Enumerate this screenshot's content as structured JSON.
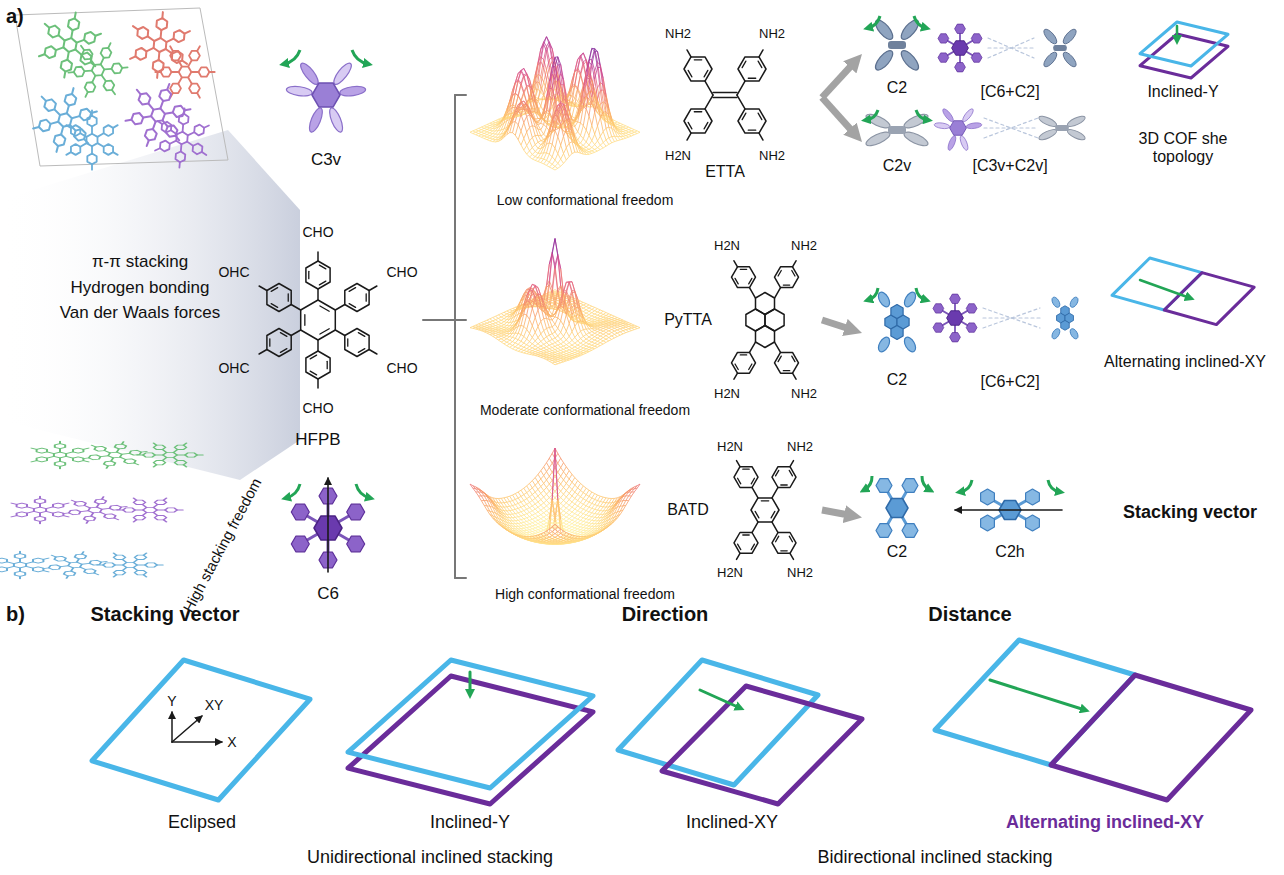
{
  "diagram": {
    "nodes": [
      {
        "text": [
          "ETTA"
        ]
      },
      {
        "text": [
          "C2"
        ]
      },
      {
        "text": [
          "C2v"
        ]
      },
      {
        "text": [
          "PyTTA"
        ]
      },
      {
        "text": [
          "C2"
        ]
      },
      {
        "text": [
          "BATD"
        ]
      },
      {
        "text": [
          "C2"
        ]
      },
      {
        "text": [
          "Eclipsed"
        ]
      },
      {
        "text": [
          "Inclined-Y"
        ]
      },
      {
        "text": [
          "Inclined-XY"
        ]
      },
      {
        "text": [
          "Alternating inclined-XY"
        ]
      }
    ],
    "edges": [
      {
        "from": 0,
        "to": 1,
        "arrow": "to"
      },
      {
        "from": 0,
        "to": 2,
        "arrow": "to"
      },
      {
        "from": 3,
        "to": 4,
        "arrow": "to"
      },
      {
        "from": 5,
        "to": 6,
        "arrow": "to"
      }
    ],
    "labels": [
      "a)",
      "π-π stacking",
      "Hydrogen bonding",
      "Van der Waals forces",
      "High stacking freedom",
      "C3v",
      "CHO",
      "OHC",
      "CHO",
      "OHC",
      "CHO",
      "CHO",
      "HFPB",
      "C6",
      "Low conformational freedom",
      "Moderate conformational freedom",
      "High conformational freedom",
      "NH2",
      "NH2",
      "H2N",
      "NH2",
      "H2N",
      "NH2",
      "H2N",
      "NH2",
      "H2N",
      "NH2",
      "H2N",
      "NH2",
      "[C6+C2]",
      "[C3v+C2v]",
      "Inclined-Y",
      "3D COF she topology",
      "[C6+C2]",
      "Alternating inclined-XY",
      "C2h",
      "Stacking vector",
      "b)",
      "Stacking vector",
      "Direction",
      "Distance",
      "Y",
      "XY",
      "X",
      "Unidirectional inclined stacking",
      "Bidirectional inclined stacking"
    ]
  }
}
